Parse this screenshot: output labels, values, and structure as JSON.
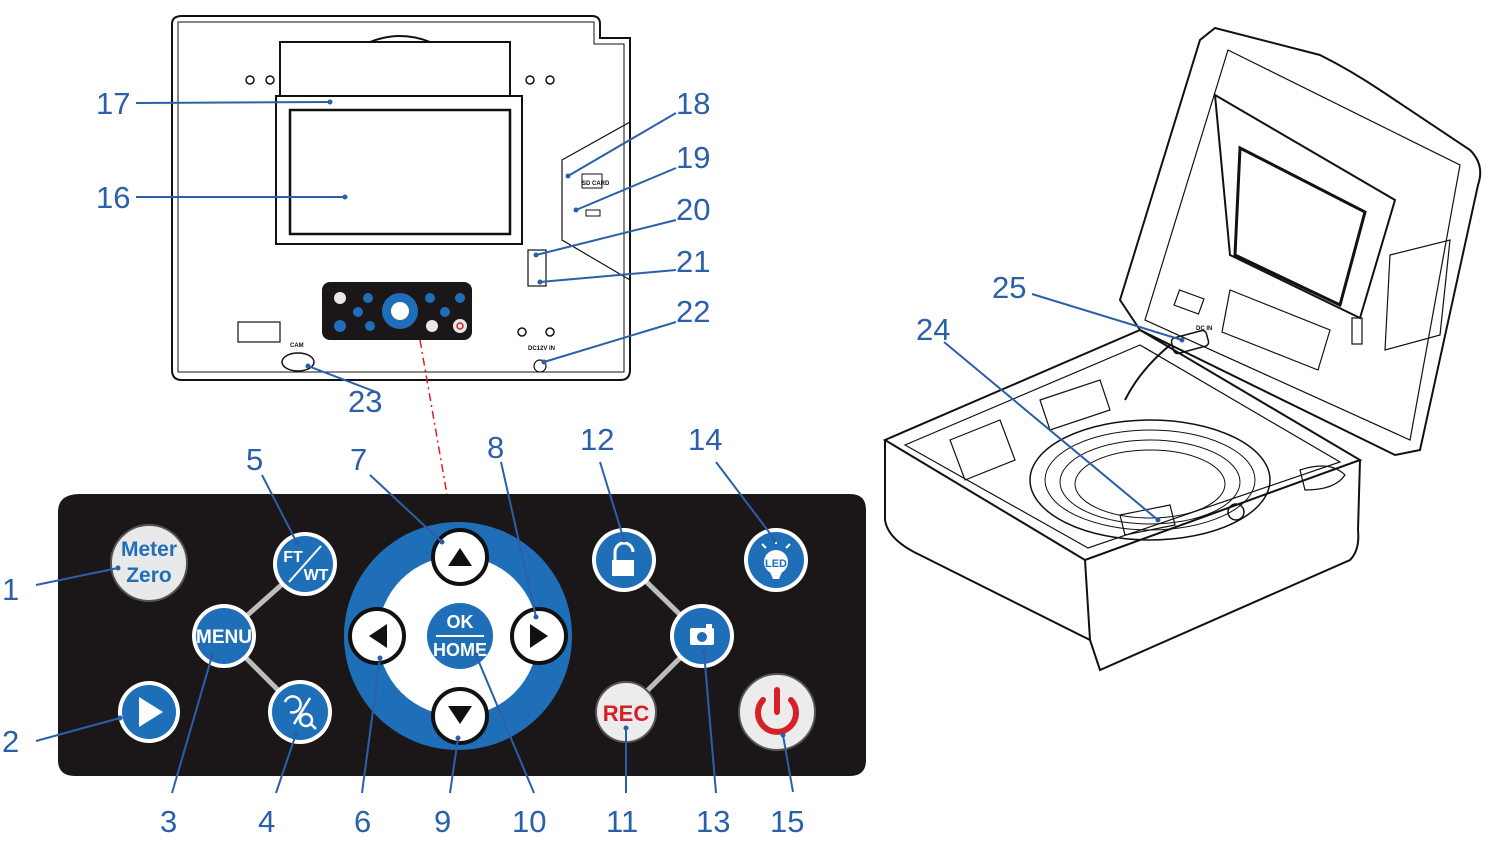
{
  "colors": {
    "label": "#2b5fa8",
    "button_blue": "#1f6fb8",
    "panel": "#1b1718",
    "rec_red": "#d42027",
    "laser_red": "#e02020"
  },
  "control_panel": {
    "meter_zero": {
      "line1": "Meter",
      "line2": "Zero"
    },
    "ft_wt": {
      "left": "FT",
      "right": "WT"
    },
    "menu": "MENU",
    "ok_home": {
      "top": "OK",
      "bottom": "HOME"
    },
    "rec": "REC",
    "led": "LED",
    "icons": [
      "play-icon",
      "rotate-zoom-icon",
      "up-arrow-icon",
      "down-arrow-icon",
      "left-arrow-icon",
      "right-arrow-icon",
      "unlock-icon",
      "camera-icon",
      "power-icon",
      "led-bulb-icon"
    ]
  },
  "monitor_unit": {
    "sd_card_label": "SD CARD",
    "cam_label": "CAM",
    "dc_label": "DC12V IN"
  },
  "case": {
    "dc_label": "DC IN"
  },
  "callouts": [
    "1",
    "2",
    "3",
    "4",
    "5",
    "6",
    "7",
    "8",
    "9",
    "10",
    "11",
    "12",
    "13",
    "14",
    "15",
    "16",
    "17",
    "18",
    "19",
    "20",
    "21",
    "22",
    "23",
    "24",
    "25"
  ]
}
